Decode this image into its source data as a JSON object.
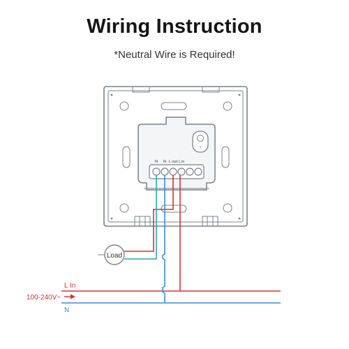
{
  "title": "Wiring Instruction",
  "subtitle": "*Neutral Wire is Required!",
  "terminals": {
    "labels": [
      "N",
      "N",
      "L out",
      "L in"
    ]
  },
  "load_label": "Load",
  "line_in_label": "L In",
  "voltage_label": "100-240V~",
  "neutral_label": "N",
  "colors": {
    "live": "#d6313a",
    "neutral": "#3d8cd6",
    "load_wire": "#27a9b4",
    "frame": "#7c8088",
    "device": "#f4f5f7"
  }
}
